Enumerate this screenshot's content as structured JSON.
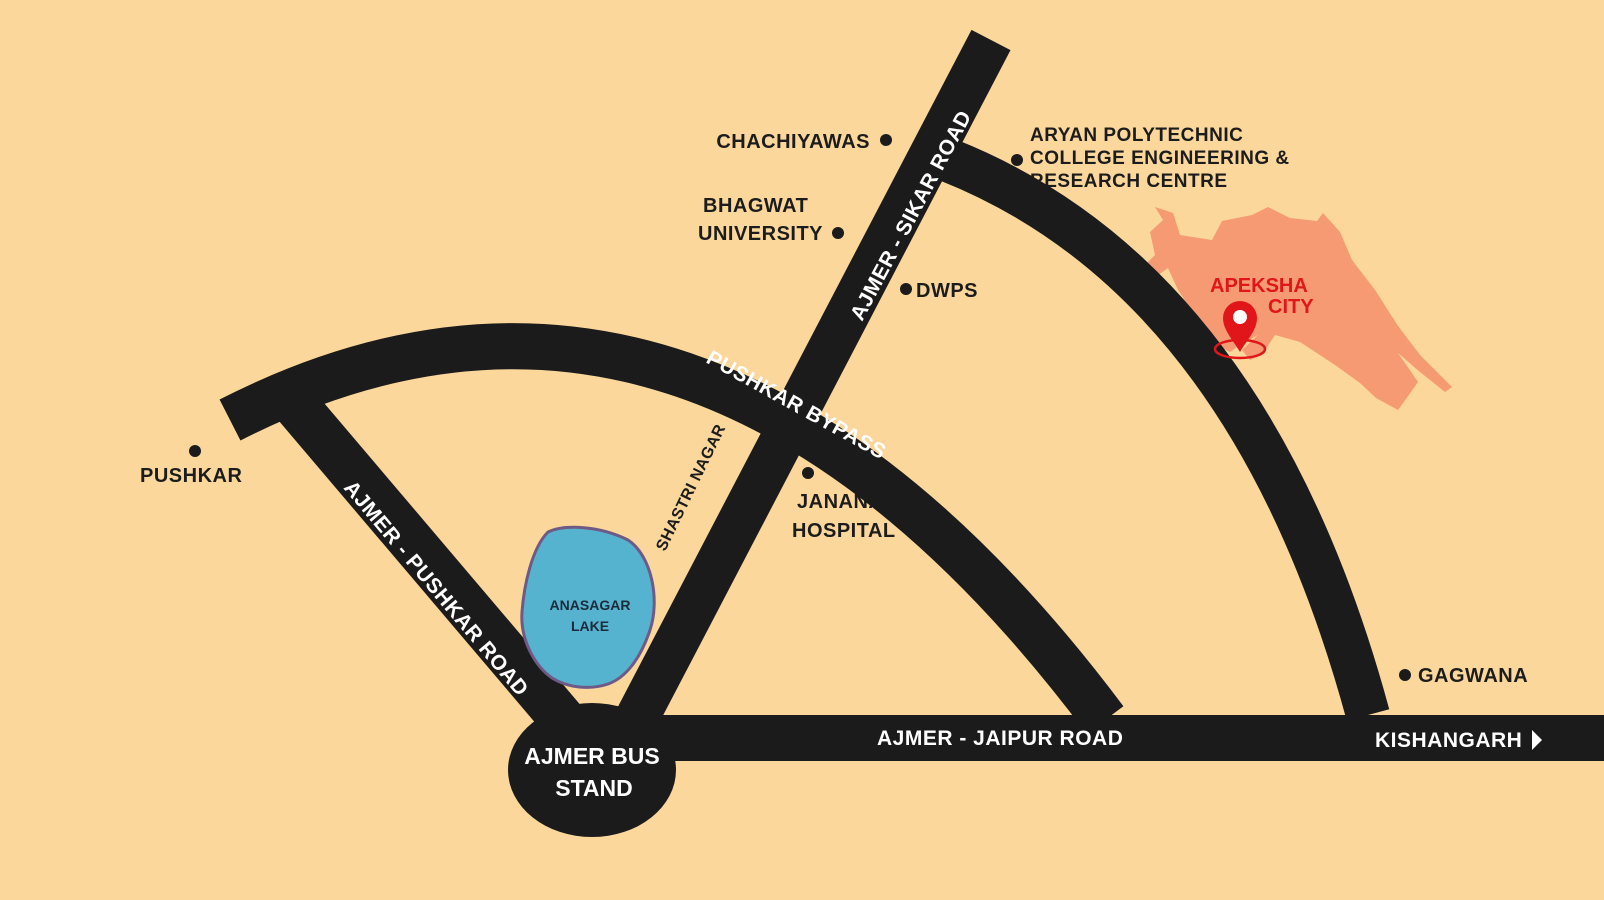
{
  "roads": {
    "sikar": "AJMER - SIKAR ROAD",
    "pushkar_bypass": "PUSHKAR BYPASS",
    "pushkar_road": "AJMER - PUSHKAR ROAD",
    "shastri_nagar": "SHASTRI NAGAR",
    "jaipur": "AJMER - JAIPUR ROAD",
    "kishangarh": "KISHANGARH"
  },
  "places": {
    "chachiyawas": "CHACHIYAWAS",
    "bhagwat_line1": "BHAGWAT",
    "bhagwat_line2": "UNIVERSITY",
    "dwps": "DWPS",
    "aryan_line1": "ARYAN POLYTECHNIC",
    "aryan_line2": "COLLEGE ENGINEERING &",
    "aryan_line3": "RESEARCH CENTRE",
    "pushkar": "PUSHKAR",
    "janana_line1": "JANANA",
    "janana_line2": "HOSPITAL",
    "gagwana": "GAGWANA",
    "lake_line1": "ANASAGAR",
    "lake_line2": "LAKE",
    "bus_line1": "AJMER BUS",
    "bus_line2": "STAND",
    "apeksha_line1": "APEKSHA",
    "apeksha_line2": "CITY"
  },
  "colors": {
    "background": "#fbd79b",
    "road": "#1b1b1b",
    "lake": "#56b3cf",
    "lake_border": "#6e5a86",
    "project_area": "#f59a73",
    "marker": "#e0161a"
  }
}
